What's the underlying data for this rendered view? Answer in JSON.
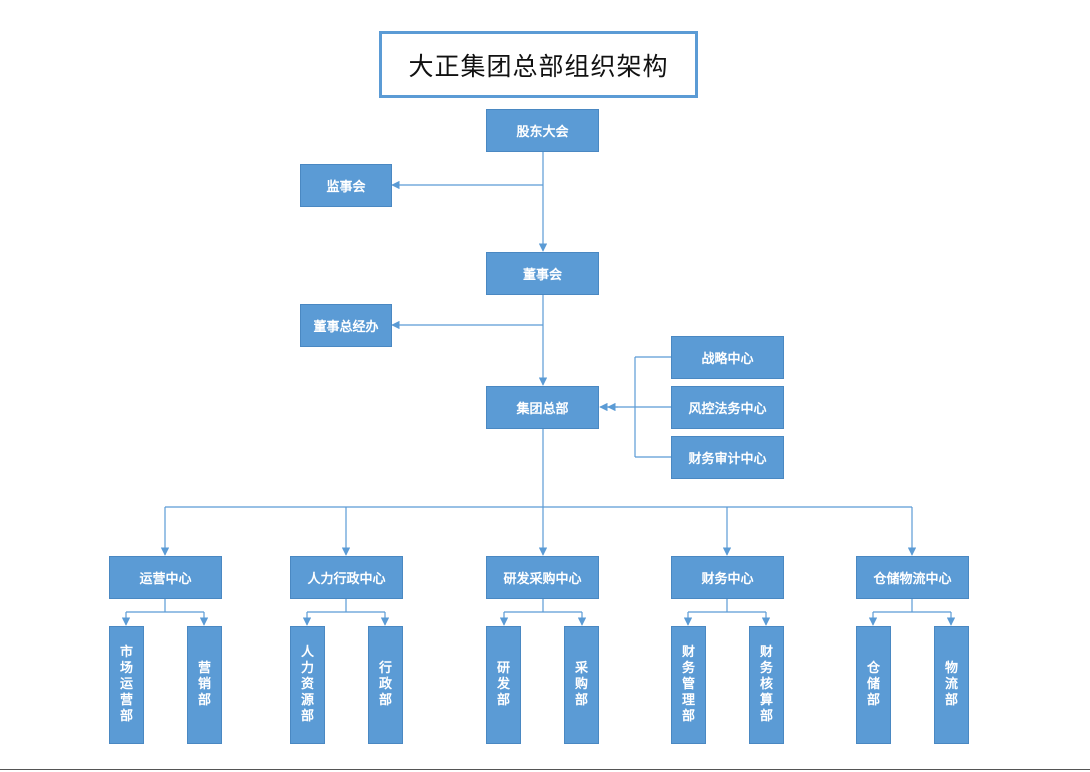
{
  "title": "大正集团总部组织架构",
  "colors": {
    "node_fill": "#5b9bd5",
    "line": "#5b9bd5",
    "title_border": "#5b9bd5"
  },
  "nodes": {
    "shareholders": "股东大会",
    "supervisory": "监事会",
    "board": "董事会",
    "board_office": "董事总经办",
    "hq": "集团总部",
    "strategy": "战略中心",
    "risk_legal": "风控法务中心",
    "finance_audit": "财务审计中心",
    "operations": "运营中心",
    "hr_admin": "人力行政中心",
    "rd_purchase": "研发采购中心",
    "finance": "财务中心",
    "logistics": "仓储物流中心",
    "market_ops": "市场运营部",
    "marketing": "营销部",
    "hr": "人力资源部",
    "admin": "行政部",
    "rd": "研发部",
    "purchase": "采购部",
    "fin_mgmt": "财务管理部",
    "fin_acct": "财务核算部",
    "warehouse": "仓储部",
    "logistics_dept": "物流部"
  }
}
